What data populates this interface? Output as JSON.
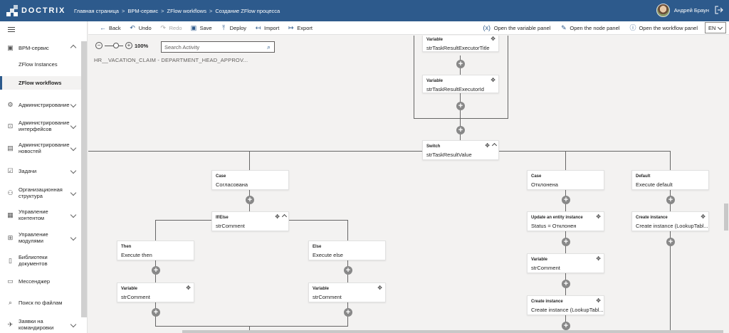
{
  "app": {
    "logo_text": "DOCTRIX",
    "breadcrumbs": [
      "Главная страница",
      "BPM-сервис",
      "ZFlow workflows",
      "Создание ZFlow процесса"
    ],
    "user_name": "Андрей Браун"
  },
  "sidebar": {
    "items": [
      {
        "label": "BPM-сервис",
        "icon": "bpm-icon",
        "expanded": true
      },
      {
        "label": "ZFlow Instances"
      },
      {
        "label": "ZFlow workflows",
        "active": true
      },
      {
        "label": "Администрирование",
        "icon": "gear-icon"
      },
      {
        "label1": "Администрирование",
        "label2": "интерфейсов",
        "icon": "interface-icon"
      },
      {
        "label1": "Администрирование",
        "label2": "новостей",
        "icon": "news-icon"
      },
      {
        "label": "Задачи",
        "icon": "checkbox-icon"
      },
      {
        "label1": "Организационная",
        "label2": "структура",
        "icon": "org-icon"
      },
      {
        "label1": "Управление",
        "label2": "контентом",
        "icon": "content-icon"
      },
      {
        "label1": "Управление",
        "label2": "модулями",
        "icon": "modules-icon"
      },
      {
        "label1": "Библиотеки",
        "label2": "документов",
        "icon": "library-icon"
      },
      {
        "label": "Мессенджер",
        "icon": "messenger-icon"
      },
      {
        "label": "Поиск по файлам",
        "icon": "file-search-icon"
      },
      {
        "label1": "Заявки на",
        "label2": "командировки",
        "icon": "trip-icon"
      }
    ]
  },
  "toolbar": {
    "back": "Back",
    "undo": "Undo",
    "redo": "Redo",
    "save": "Save",
    "deploy": "Deploy",
    "import": "Import",
    "export": "Export",
    "variable_panel": "Open the variable panel",
    "node_panel": "Open the node panel",
    "workflow_panel": "Open the workflow panel",
    "language": "EN"
  },
  "canvas": {
    "zoom_level": "100%",
    "search_placeholder": "Search Activity",
    "workflow_name": "HR__VACATION_CLAIM - DEPARTMENT_HEAD_APPROV..."
  },
  "nodes": {
    "var_executor_title": {
      "type": "Variable",
      "value": "strTaskResultExecutorTitle"
    },
    "var_executor_id": {
      "type": "Variable",
      "value": "strTaskResultExecutorId"
    },
    "switch": {
      "type": "Switch",
      "value": "strTaskResultValue"
    },
    "case_approved": {
      "type": "Case",
      "value": "Согласована"
    },
    "case_rejected": {
      "type": "Case",
      "value": "Отклонена"
    },
    "default": {
      "type": "Default",
      "value": "Execute default"
    },
    "ifelse": {
      "type": "If/Else",
      "value": "strComment"
    },
    "then": {
      "type": "Then",
      "value": "Execute then"
    },
    "else": {
      "type": "Else",
      "value": "Execute else"
    },
    "var_comment_then": {
      "type": "Variable",
      "value": "strComment"
    },
    "var_comment_else": {
      "type": "Variable",
      "value": "strComment"
    },
    "update_entity": {
      "type": "Update an entity instance",
      "value": "Status = Отклонен"
    },
    "var_comment_rejected": {
      "type": "Variable",
      "value": "strComment"
    },
    "create_instance_rejected": {
      "type": "Create instance",
      "value": "Create instance (LookupTabl..."
    },
    "create_instance_default": {
      "type": "Create instance",
      "value": "Create instance (LookupTabl..."
    }
  }
}
